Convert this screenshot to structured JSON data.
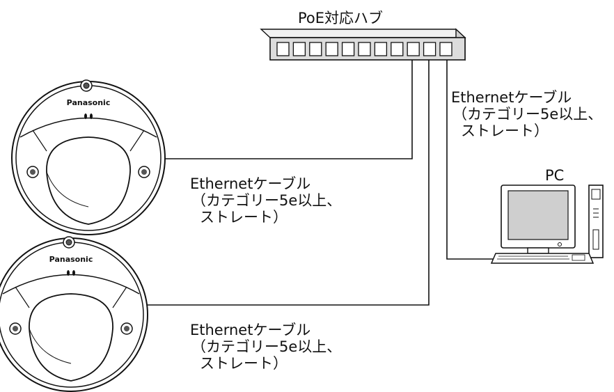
{
  "hub": {
    "label": "PoE対応ハブ",
    "port_count": 11
  },
  "cameras": [
    {
      "brand": "Panasonic"
    },
    {
      "brand": "Panasonic"
    }
  ],
  "pc": {
    "label": "PC"
  },
  "cables": [
    {
      "line1": "Ethernetケーブル",
      "line2": "（カテゴリー5e以上、",
      "line3": "ストレート）"
    },
    {
      "line1": "Ethernetケーブル",
      "line2": "（カテゴリー5e以上、",
      "line3": "ストレート）"
    },
    {
      "line1": "Ethernetケーブル",
      "line2": "（カテゴリー5e以上、",
      "line3": "ストレート）"
    }
  ],
  "colors": {
    "line": "#111111",
    "hub_face": "#dcdcdc",
    "camera_body": "#ffffff",
    "pc_screen": "#cfcfcf"
  }
}
